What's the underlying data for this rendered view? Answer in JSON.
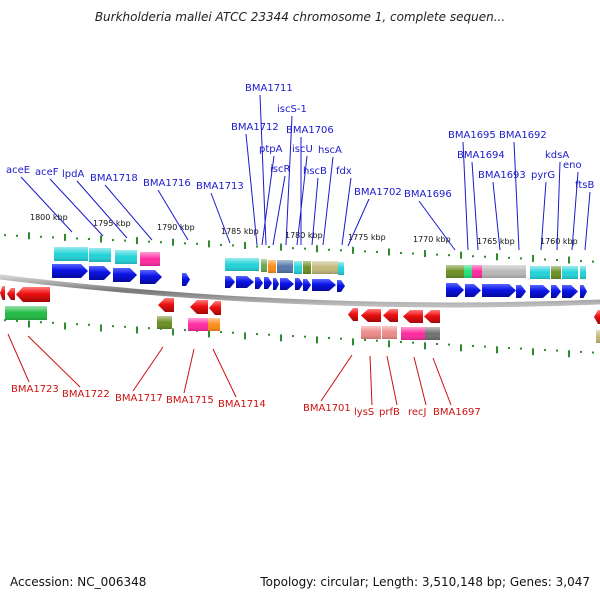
{
  "title": "Burkholderia mallei ATCC 23344 chromosome 1, complete sequen...",
  "footer": {
    "accession": "Accession: NC_006348",
    "summary": "Topology: circular; Length: 3,510,148 bp; Genes: 3,047"
  },
  "colors": {
    "forward_label": "#1a1acc",
    "reverse_label": "#cc1111",
    "forward_arrow": "#0b14e6",
    "reverse_arrow": "#ee1111",
    "tick": "#2e8b2e",
    "backbone": "#8a8a8a"
  },
  "scale_labels": [
    "1800 kbp",
    "1795 kbp",
    "1790 kbp",
    "1785 kbp",
    "1780 kbp",
    "1775 kbp",
    "1770 kbp",
    "1765 kbp",
    "1760 kbp"
  ],
  "forward_genes": [
    "aceE",
    "aceF",
    "lpdA",
    "BMA1718",
    "BMA1716",
    "BMA1713",
    "BMA1712",
    "BMA1711",
    "ptpA",
    "iscR",
    "iscS-1",
    "iscU",
    "BMA1706",
    "hscB",
    "hscA",
    "fdx",
    "BMA1702",
    "BMA1696",
    "BMA1695",
    "BMA1694",
    "BMA1693",
    "BMA1692",
    "pyrG",
    "kdsA",
    "eno",
    "ftsB"
  ],
  "reverse_genes": [
    "BMA1723",
    "BMA1722",
    "BMA1717",
    "BMA1715",
    "BMA1714",
    "BMA1701",
    "lysS",
    "prfB",
    "recJ",
    "BMA1697"
  ]
}
